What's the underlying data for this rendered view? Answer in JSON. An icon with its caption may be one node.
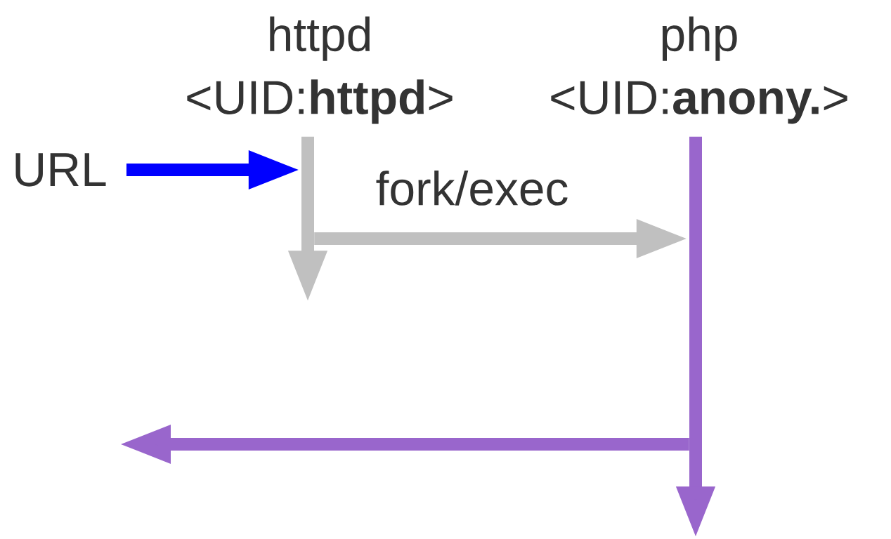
{
  "diagram": {
    "nodes": [
      {
        "text": [
          "httpd",
          "<UID:**httpd**>"
        ]
      },
      {
        "text": [
          "php",
          "<UID:**anony.**>"
        ]
      },
      {
        "text": [
          "URL"
        ]
      },
      {
        "text": [],
        "shape": "arrow"
      },
      {
        "text": [],
        "shape": "arrow"
      }
    ],
    "edges": [
      {
        "from": 2,
        "to": 3,
        "arrow": "to",
        "color": "#0000ff"
      },
      {
        "from": 3,
        "to": 4,
        "arrow": "to",
        "label": "fork/exec",
        "color": "#c0c0c0"
      },
      {
        "from": 4,
        "to": null,
        "arrow": "to",
        "color": "#9966cc"
      }
    ]
  }
}
